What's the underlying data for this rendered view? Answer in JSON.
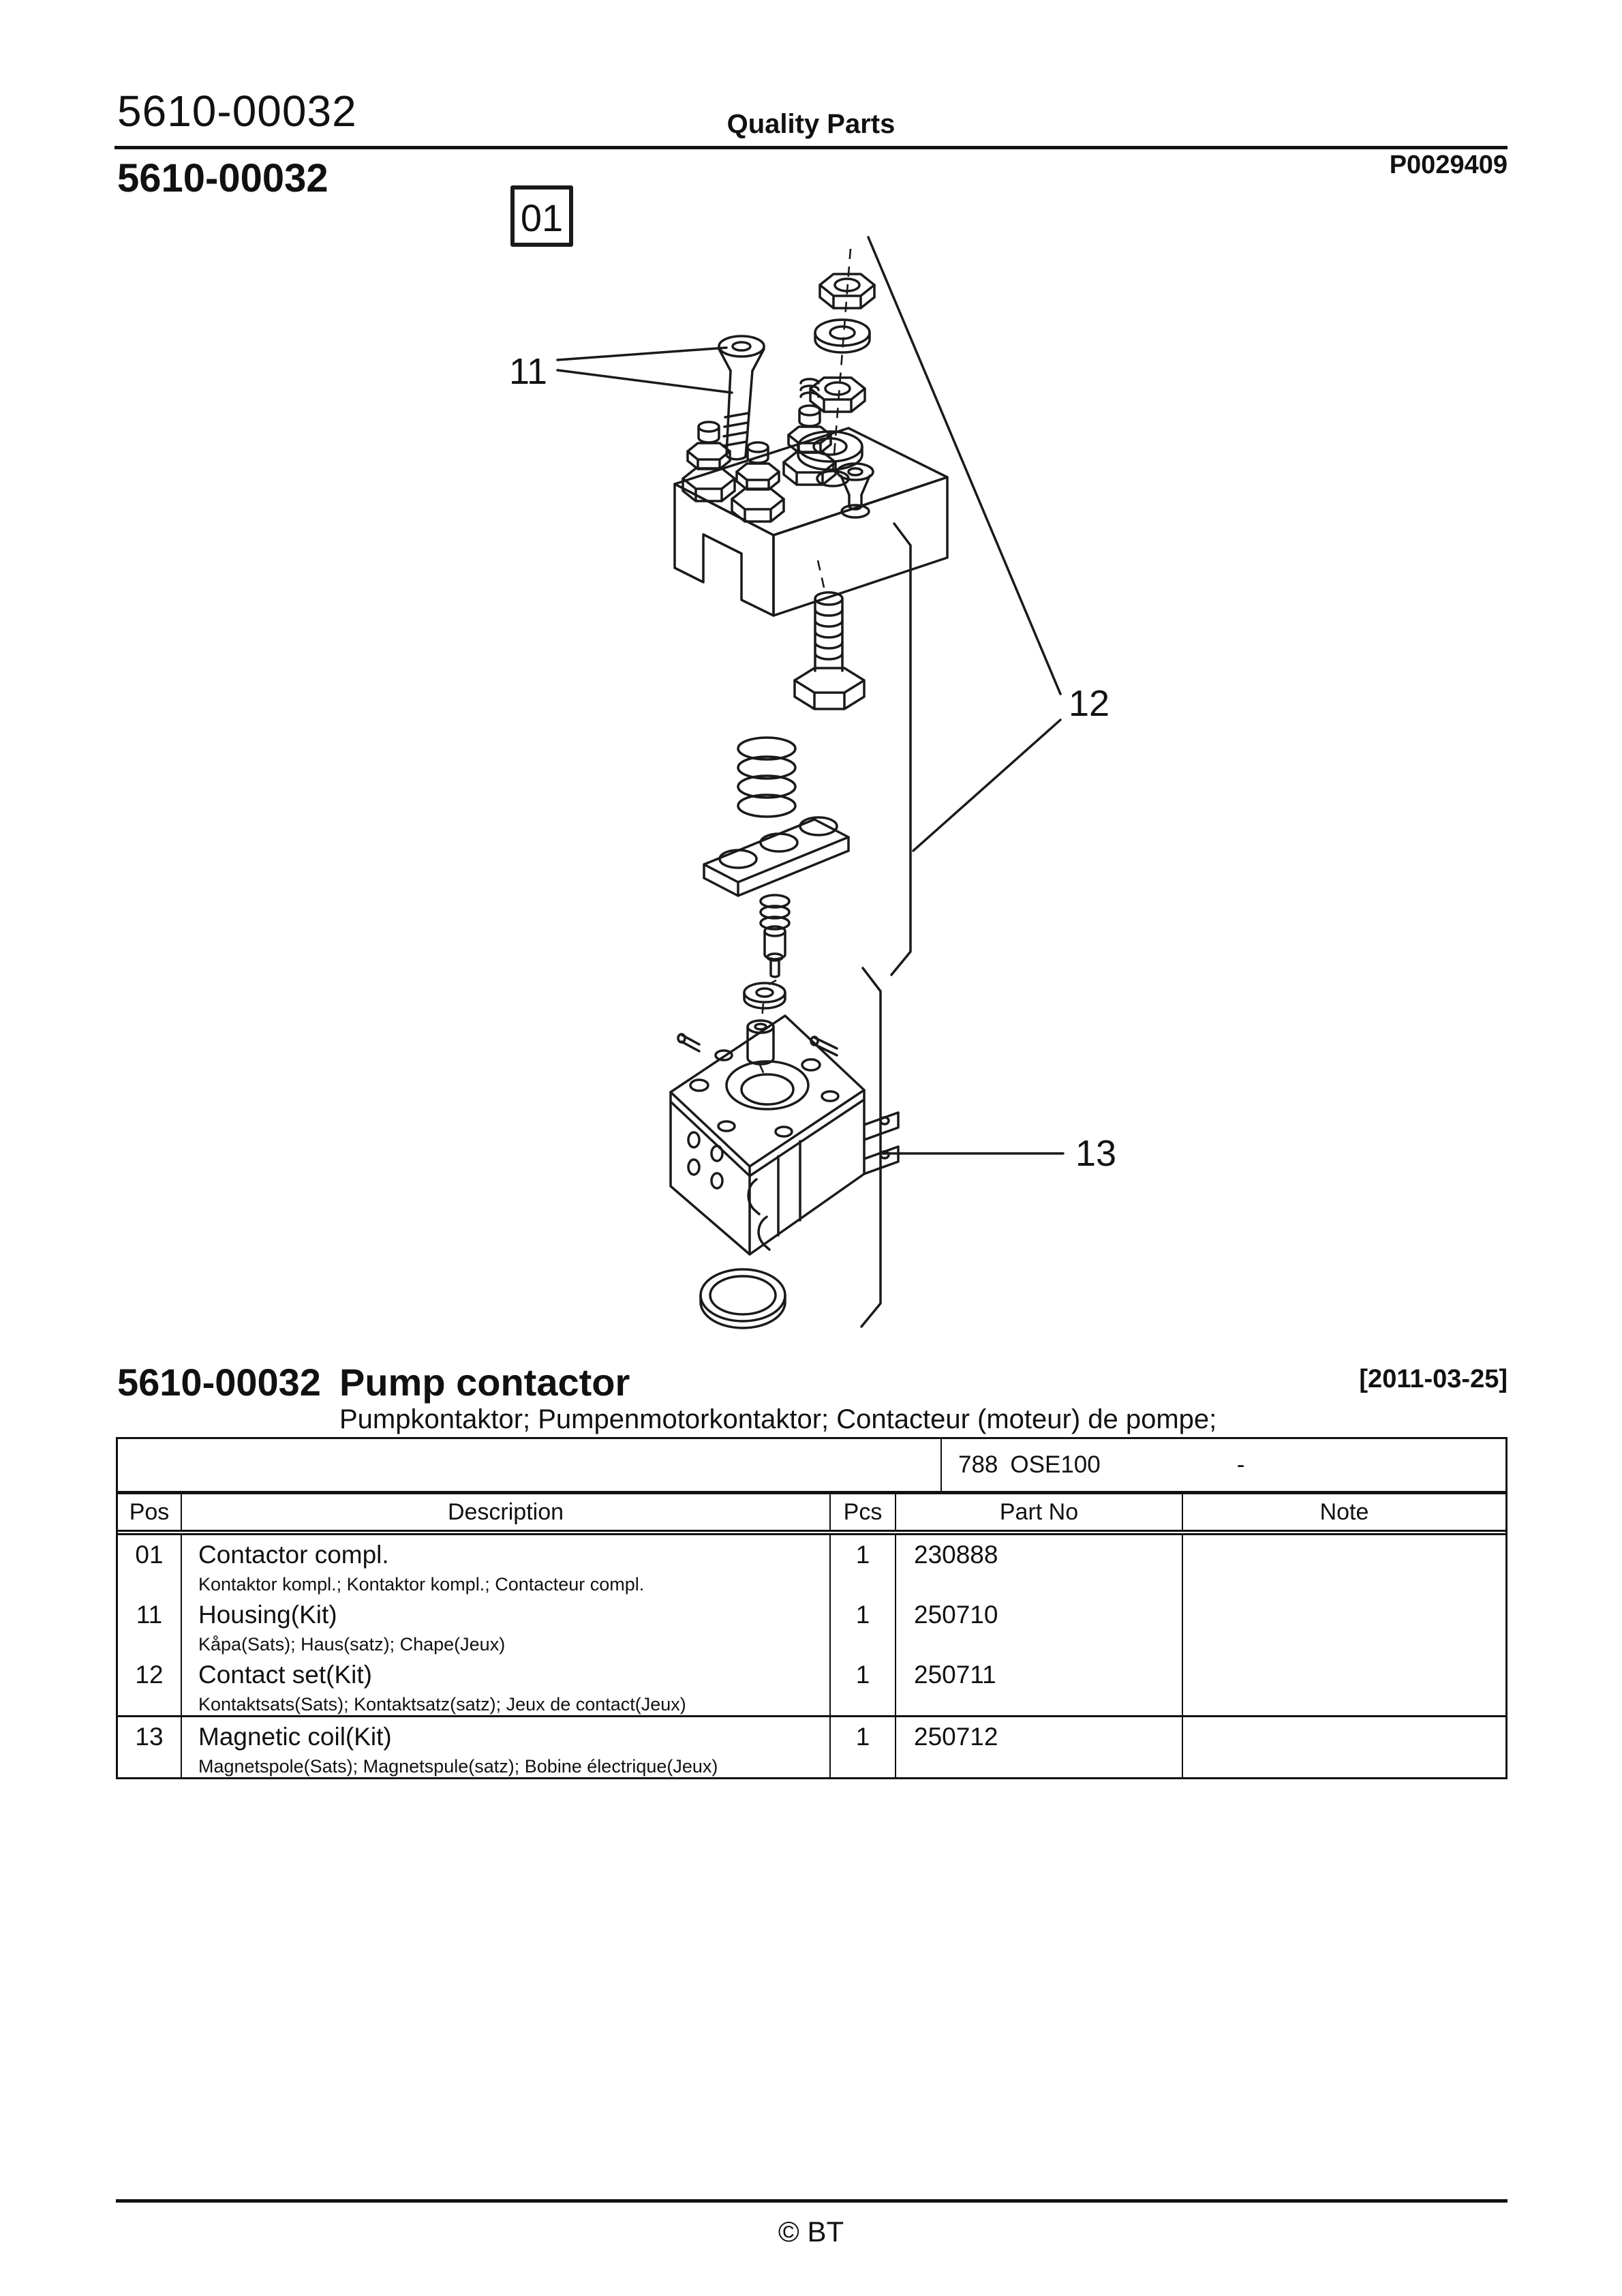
{
  "header": {
    "doc_number": "5610-00032",
    "product_line": "Quality Parts",
    "section_number": "5610-00032",
    "figure_code": "P0029409"
  },
  "diagram": {
    "box_label": "01",
    "callouts": [
      "11",
      "12",
      "13"
    ]
  },
  "section": {
    "number": "5610-00032",
    "title": "Pump contactor",
    "subtitle": "Pumpkontaktor; Pumpenmotorkontaktor; Contacteur (moteur) de pompe;",
    "date": "[2011-03-25]"
  },
  "table": {
    "info": {
      "code": "788",
      "model": "OSE100",
      "dash": "-"
    },
    "headers": [
      "Pos",
      "Description",
      "Pcs",
      "Part No",
      "Note"
    ],
    "rows": [
      {
        "pos": "01",
        "description": "Contactor compl.",
        "description_alt": "Kontaktor kompl.; Kontaktor kompl.; Contacteur compl.",
        "pcs": "1",
        "part_no": "230888",
        "note": ""
      },
      {
        "pos": "11",
        "description": "Housing(Kit)",
        "description_alt": "Kåpa(Sats); Haus(satz); Chape(Jeux)",
        "pcs": "1",
        "part_no": "250710",
        "note": ""
      },
      {
        "pos": "12",
        "description": "Contact set(Kit)",
        "description_alt": "Kontaktsats(Sats); Kontaktsatz(satz); Jeux de contact(Jeux)",
        "pcs": "1",
        "part_no": "250711",
        "note": ""
      },
      {
        "pos": "13",
        "description": "Magnetic coil(Kit)",
        "description_alt": "Magnetspole(Sats); Magnetspule(satz); Bobine électrique(Jeux)",
        "pcs": "1",
        "part_no": "250712",
        "note": ""
      }
    ]
  },
  "footer": {
    "copyright": "© BT"
  }
}
